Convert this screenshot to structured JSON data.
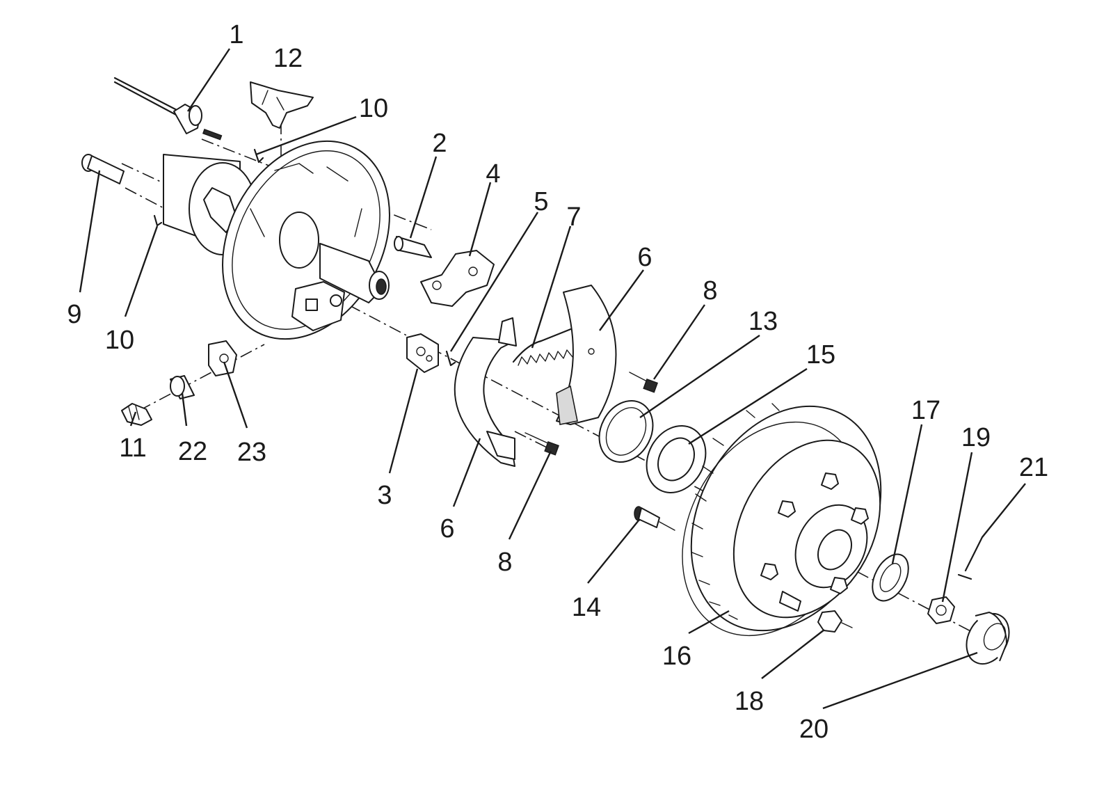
{
  "callouts": [
    {
      "id": "c1",
      "label": "1"
    },
    {
      "id": "c12",
      "label": "12"
    },
    {
      "id": "c10a",
      "label": "10"
    },
    {
      "id": "c2",
      "label": "2"
    },
    {
      "id": "c4",
      "label": "4"
    },
    {
      "id": "c5",
      "label": "5"
    },
    {
      "id": "c7",
      "label": "7"
    },
    {
      "id": "c6a",
      "label": "6"
    },
    {
      "id": "c8a",
      "label": "8"
    },
    {
      "id": "c13",
      "label": "13"
    },
    {
      "id": "c15",
      "label": "15"
    },
    {
      "id": "c9",
      "label": "9"
    },
    {
      "id": "c10b",
      "label": "10"
    },
    {
      "id": "c11",
      "label": "11"
    },
    {
      "id": "c22",
      "label": "22"
    },
    {
      "id": "c23",
      "label": "23"
    },
    {
      "id": "c3",
      "label": "3"
    },
    {
      "id": "c6b",
      "label": "6"
    },
    {
      "id": "c8b",
      "label": "8"
    },
    {
      "id": "c17",
      "label": "17"
    },
    {
      "id": "c19",
      "label": "19"
    },
    {
      "id": "c21",
      "label": "21"
    },
    {
      "id": "c14",
      "label": "14"
    },
    {
      "id": "c16",
      "label": "16"
    },
    {
      "id": "c18",
      "label": "18"
    },
    {
      "id": "c20",
      "label": "20"
    }
  ]
}
